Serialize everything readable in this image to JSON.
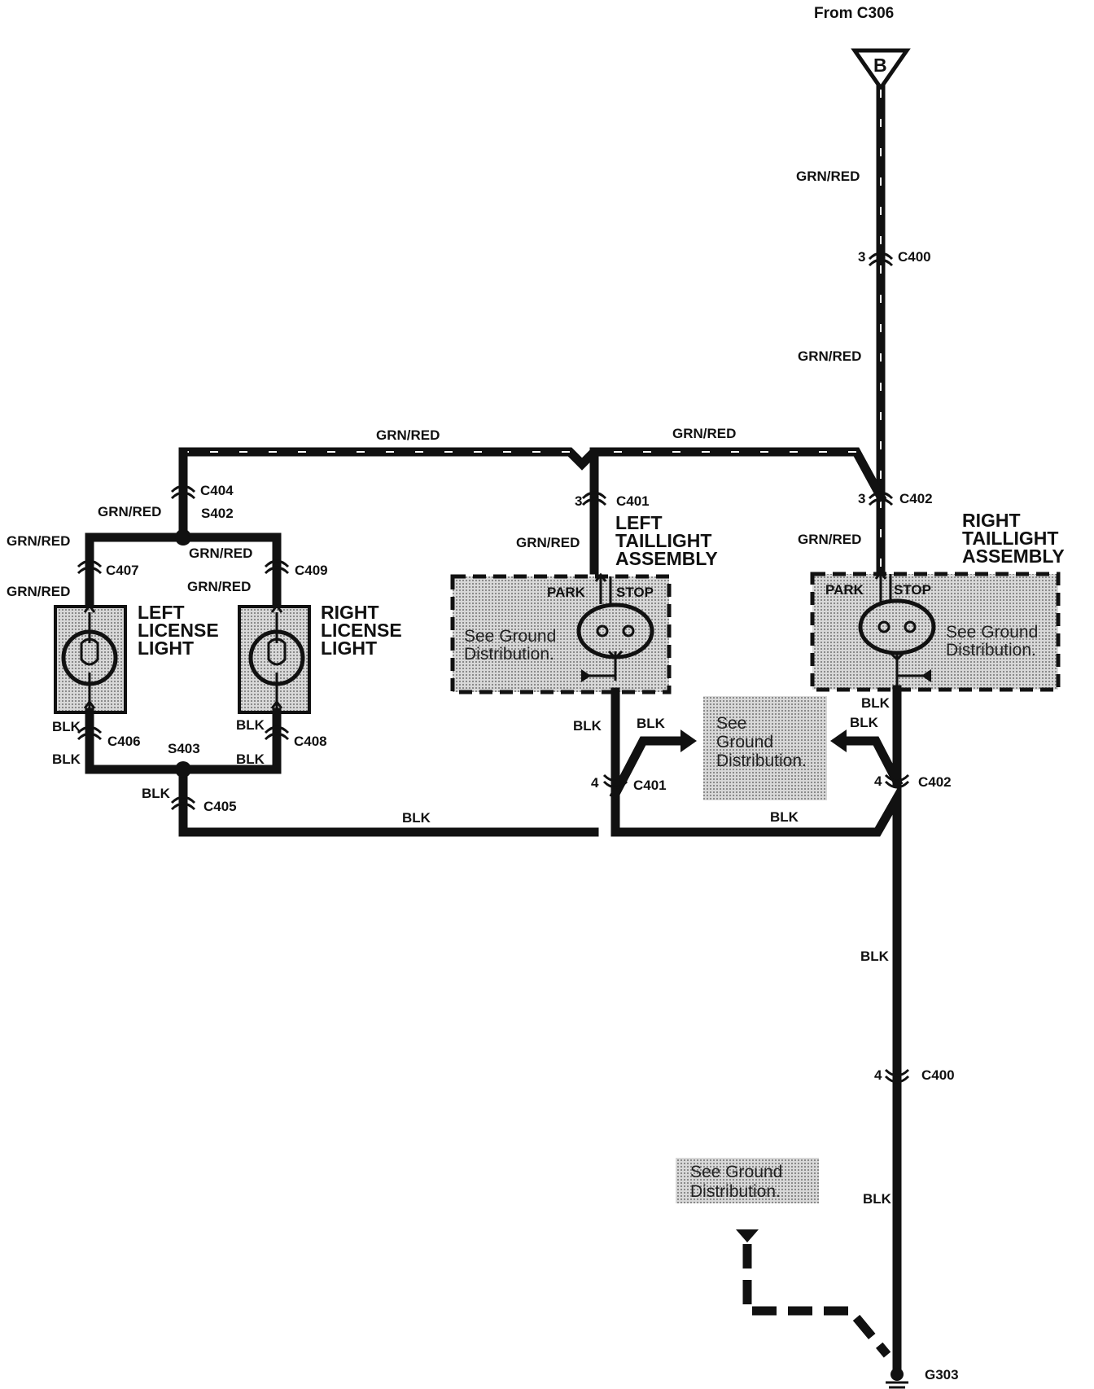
{
  "source": {
    "label": "From C306",
    "terminal": "B"
  },
  "wire_colors": {
    "feed": "GRN/RED",
    "ground": "BLK"
  },
  "connectors": {
    "c400_top": {
      "pin": "3",
      "name": "C400"
    },
    "c400_bottom": {
      "pin": "4",
      "name": "C400"
    },
    "c401_top": {
      "pin": "3",
      "name": "C401"
    },
    "c401_bottom": {
      "pin": "4",
      "name": "C401"
    },
    "c402_top": {
      "pin": "3",
      "name": "C402"
    },
    "c402_bottom": {
      "pin": "4",
      "name": "C402"
    },
    "c404": "C404",
    "c405": "C405",
    "c406": "C406",
    "c407": "C407",
    "c408": "C408",
    "c409": "C409"
  },
  "splices": {
    "s402": "S402",
    "s403": "S403"
  },
  "ground_point": "G303",
  "components": {
    "left_license_light": [
      "LEFT",
      "LICENSE",
      "LIGHT"
    ],
    "right_license_light": [
      "RIGHT",
      "LICENSE",
      "LIGHT"
    ],
    "left_taillight": [
      "LEFT",
      "TAILLIGHT",
      "ASSEMBLY"
    ],
    "right_taillight": [
      "RIGHT",
      "TAILLIGHT",
      "ASSEMBLY"
    ],
    "park": "PARK",
    "stop": "STOP"
  },
  "notes": {
    "see_ground": [
      "See Ground",
      "Distribution."
    ],
    "see_ground_3": [
      "See",
      "Ground",
      "Distribution."
    ]
  },
  "colors": {
    "wire": "#111111",
    "shade": "#c9c9c9"
  }
}
